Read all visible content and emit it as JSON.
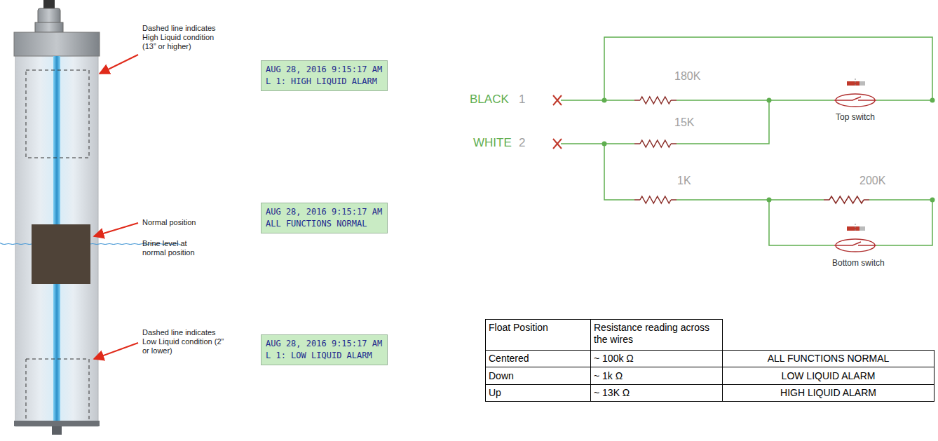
{
  "diagram": {
    "nodes": [
      {
        "text": [
          "AUG 28, 2016 9:15:17 AM",
          "L 1: HIGH LIQUID ALARM"
        ]
      },
      {
        "text": [
          "AUG 28, 2016 9:15:17 AM",
          "ALL FUNCTIONS NORMAL"
        ]
      },
      {
        "text": [
          "AUG 28, 2016 9:15:17 AM",
          "L 1: LOW LIQUID ALARM"
        ]
      }
    ],
    "labels": [
      "Dashed line indicates High Liquid condition (13” or higher)",
      "Normal position",
      "Brine level at normal position",
      "Dashed line indicates Low Liquid condition (2” or lower)",
      "BLACK",
      "1",
      "WHITE",
      "2",
      "180K",
      "15K",
      "1K",
      "200K",
      "Top switch",
      "Bottom switch",
      "Float Position",
      "Resistance reading across the wires",
      "Centered",
      "~ 100k Ω",
      "ALL FUNCTIONS NORMAL",
      "Down",
      "~ 1k Ω",
      "LOW LIQUID ALARM",
      "Up",
      "~ 13K Ω",
      "HIGH LIQUID ALARM"
    ]
  }
}
